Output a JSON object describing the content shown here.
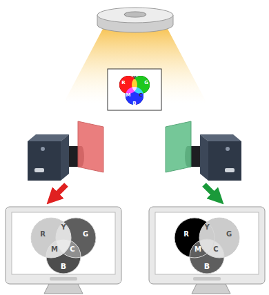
{
  "diagram": {
    "labels": [
      "R",
      "Y",
      "G",
      "M",
      "C",
      "B",
      "R",
      "Y",
      "G",
      "M",
      "C",
      "B",
      "R",
      "Y",
      "G",
      "M",
      "C",
      "B"
    ]
  }
}
